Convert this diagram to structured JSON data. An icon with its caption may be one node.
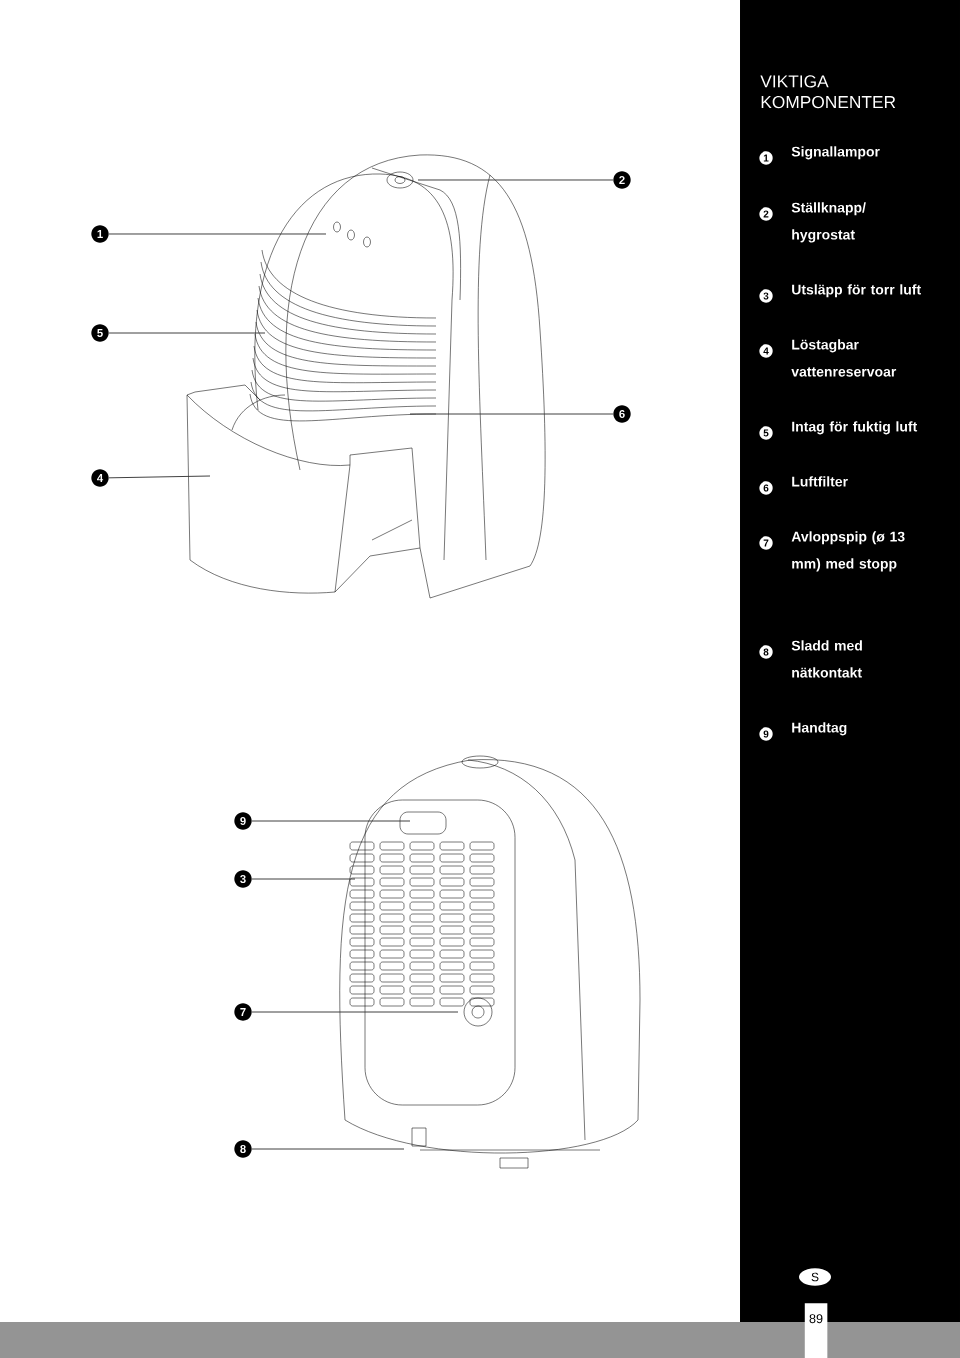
{
  "diagram": {
    "title": "VIKTIGA KOMPONENTER",
    "nodes": [
      {
        "text": [
          "2"
        ]
      },
      {
        "text": [
          "1"
        ]
      },
      {
        "text": [
          "5"
        ]
      },
      {
        "text": [
          "6"
        ]
      },
      {
        "text": [
          "4"
        ]
      },
      {
        "text": [
          "9"
        ]
      },
      {
        "text": [
          "3"
        ]
      },
      {
        "text": [
          "7"
        ]
      },
      {
        "text": [
          "8"
        ]
      },
      {
        "text": [
          "1"
        ],
        "beside": [
          "Signallampor"
        ]
      },
      {
        "text": [
          "2"
        ],
        "beside": [
          "Ställknapp/ hygrostat"
        ]
      },
      {
        "text": [
          "3"
        ],
        "beside": [
          "Utsläpp för torr luft"
        ]
      },
      {
        "text": [
          "4"
        ],
        "beside": [
          "Löstagbar vattenreservoar"
        ]
      },
      {
        "text": [
          "5"
        ],
        "beside": [
          "Intag för fuktig luft"
        ]
      },
      {
        "text": [
          "6"
        ],
        "beside": [
          "Luftfilter"
        ]
      },
      {
        "text": [
          "7"
        ],
        "beside": [
          "Avloppspip (ø 13 mm) med stopp"
        ]
      },
      {
        "text": [
          "8"
        ],
        "beside": [
          "Sladd med nätkontakt"
        ]
      },
      {
        "text": [
          "9"
        ],
        "beside": [
          "Handtag"
        ]
      },
      {
        "text": [
          "S"
        ]
      },
      {
        "text": [
          "89"
        ]
      }
    ],
    "edges": [
      {
        "from": 0,
        "to": null,
        "arrow": "none"
      },
      {
        "from": 1,
        "to": null,
        "arrow": "none"
      },
      {
        "from": 2,
        "to": null,
        "arrow": "none"
      },
      {
        "from": 3,
        "to": null,
        "arrow": "none"
      },
      {
        "from": 4,
        "to": null,
        "arrow": "none"
      },
      {
        "from": 5,
        "to": null,
        "arrow": "none"
      },
      {
        "from": 6,
        "to": null,
        "arrow": "none"
      },
      {
        "from": 7,
        "to": null,
        "arrow": "none"
      },
      {
        "from": 8,
        "to": null,
        "arrow": "none"
      }
    ]
  }
}
